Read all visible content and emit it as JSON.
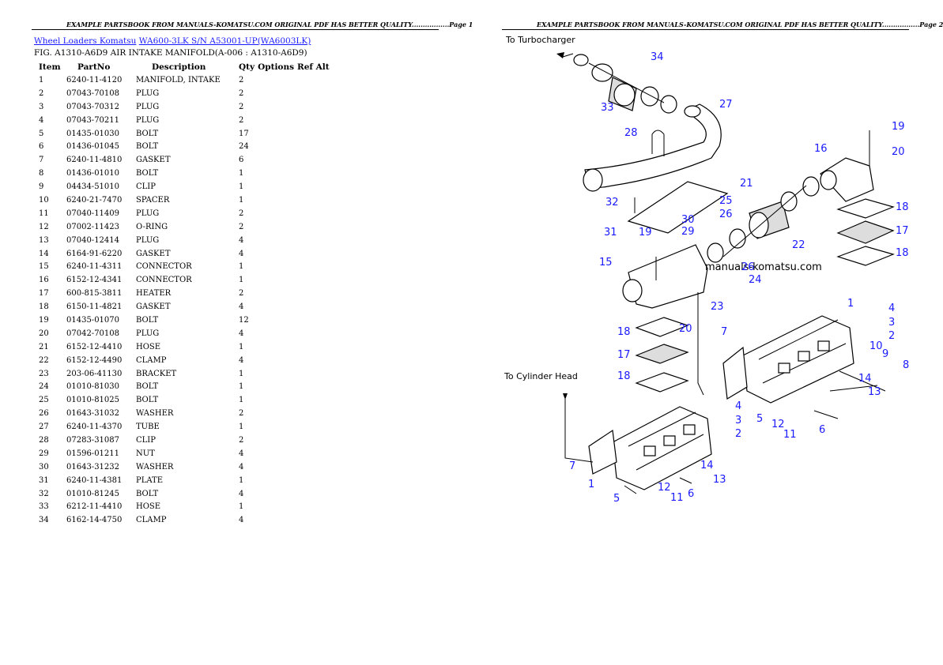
{
  "header": {
    "left": "EXAMPLE PARTSBOOK FROM MANUALS-KOMATSU.COM ORIGINAL PDF HAS BETTER QUALITY.................Page 1",
    "right": "EXAMPLE PARTSBOOK FROM MANUALS-KOMATSU.COM ORIGINAL PDF HAS BETTER QUALITY.................Page 2"
  },
  "breadcrumb": {
    "link1": "Wheel Loaders Komatsu",
    "link2": "WA600-3LK S/N A53001-UP(WA6003LK)"
  },
  "figure_title": "FIG. A1310-A6D9 AIR INTAKE MANIFOLD(A-006 : A1310-A6D9)",
  "table": {
    "headers": [
      "Item",
      "PartNo",
      "Description",
      "Qty",
      "Options",
      "Ref Alt"
    ],
    "rows": [
      [
        "1",
        "6240-11-4120",
        "MANIFOLD, INTAKE",
        "2"
      ],
      [
        "2",
        "07043-70108",
        "PLUG",
        "2"
      ],
      [
        "3",
        "07043-70312",
        "PLUG",
        "2"
      ],
      [
        "4",
        "07043-70211",
        "PLUG",
        "2"
      ],
      [
        "5",
        "01435-01030",
        "BOLT",
        "17"
      ],
      [
        "6",
        "01436-01045",
        "BOLT",
        "24"
      ],
      [
        "7",
        "6240-11-4810",
        "GASKET",
        "6"
      ],
      [
        "8",
        "01436-01010",
        "BOLT",
        "1"
      ],
      [
        "9",
        "04434-51010",
        "CLIP",
        "1"
      ],
      [
        "10",
        "6240-21-7470",
        "SPACER",
        "1"
      ],
      [
        "11",
        "07040-11409",
        "PLUG",
        "2"
      ],
      [
        "12",
        "07002-11423",
        "O-RING",
        "2"
      ],
      [
        "13",
        "07040-12414",
        "PLUG",
        "4"
      ],
      [
        "14",
        "6164-91-6220",
        "GASKET",
        "4"
      ],
      [
        "15",
        "6240-11-4311",
        "CONNECTOR",
        "1"
      ],
      [
        "16",
        "6152-12-4341",
        "CONNECTOR",
        "1"
      ],
      [
        "17",
        "600-815-3811",
        "HEATER",
        "2"
      ],
      [
        "18",
        "6150-11-4821",
        "GASKET",
        "4"
      ],
      [
        "19",
        "01435-01070",
        "BOLT",
        "12"
      ],
      [
        "20",
        "07042-70108",
        "PLUG",
        "4"
      ],
      [
        "21",
        "6152-12-4410",
        "HOSE",
        "1"
      ],
      [
        "22",
        "6152-12-4490",
        "CLAMP",
        "4"
      ],
      [
        "23",
        "203-06-41130",
        "BRACKET",
        "1"
      ],
      [
        "24",
        "01010-81030",
        "BOLT",
        "1"
      ],
      [
        "25",
        "01010-81025",
        "BOLT",
        "1"
      ],
      [
        "26",
        "01643-31032",
        "WASHER",
        "2"
      ],
      [
        "27",
        "6240-11-4370",
        "TUBE",
        "1"
      ],
      [
        "28",
        "07283-31087",
        "CLIP",
        "2"
      ],
      [
        "29",
        "01596-01211",
        "NUT",
        "4"
      ],
      [
        "30",
        "01643-31232",
        "WASHER",
        "4"
      ],
      [
        "31",
        "6240-11-4381",
        "PLATE",
        "1"
      ],
      [
        "32",
        "01010-81245",
        "BOLT",
        "4"
      ],
      [
        "33",
        "6212-11-4410",
        "HOSE",
        "1"
      ],
      [
        "34",
        "6162-14-4750",
        "CLAMP",
        "4"
      ]
    ]
  },
  "diagram": {
    "labels": {
      "to_turbo": "To Turbocharger",
      "to_cyl": "To Cylinder Head",
      "watermark": "manuals-komatsu.com"
    },
    "callouts": [
      "34",
      "33",
      "27",
      "28",
      "19",
      "20",
      "16",
      "21",
      "32",
      "25",
      "26",
      "30",
      "29",
      "31",
      "19",
      "15",
      "22",
      "18",
      "17",
      "18",
      "26",
      "24",
      "23",
      "1",
      "4",
      "3",
      "2",
      "10",
      "9",
      "8",
      "14",
      "13",
      "18",
      "20",
      "17",
      "18",
      "7",
      "7",
      "4",
      "3",
      "2",
      "5",
      "12",
      "11",
      "6",
      "14",
      "13",
      "12",
      "11",
      "6",
      "1",
      "5"
    ]
  }
}
